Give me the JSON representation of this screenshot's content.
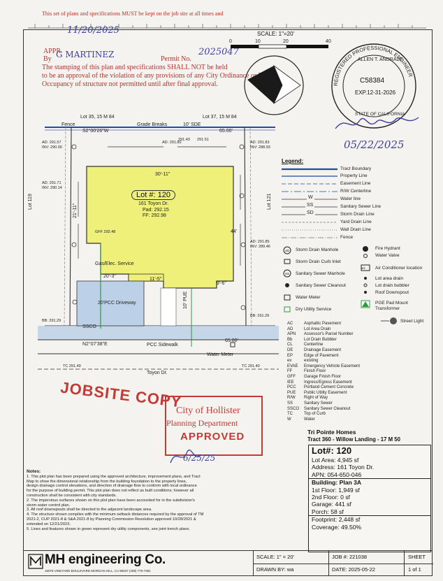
{
  "stamp_header": {
    "line1": "This set of plans and specifications MUST be kept on the job site at all times and",
    "date_hand": "11/20/2025",
    "received_label": "APPR",
    "by_label": "By",
    "by_hand": "G MARTINEZ",
    "permit_label": "Permit No.",
    "permit_hand": "2025047",
    "line2": "The stamping of this plan and specifications SHALL NOT be held",
    "line3": "to be an approval of the violation of any provisions of any City Ordinance or Law.",
    "line4": "Occupancy of structure not permitted until after final approval."
  },
  "scale_bar": {
    "label": "SCALE: 1\"=20'",
    "ticks": [
      "0",
      "10",
      "20",
      "40"
    ]
  },
  "north_arrow": {
    "label": "N"
  },
  "engineer_seal": {
    "ring_text": "REGISTERED PROFESSIONAL ENGINEER",
    "name": "ALLEN T. ANDRADE",
    "number": "C58384",
    "exp": "EXP.12-31-2026",
    "state": "STATE OF CALIFORNIA",
    "signature_date": "05/22/2025"
  },
  "site_plan": {
    "lot_35": "Lot 35, 15 M 84",
    "lot_37": "Lot 37, 15 M 84",
    "lot_119": "Lot 119",
    "lot_121": "Lot 121",
    "fence_label": "Fence",
    "grade_breaks": "Grade Breaks",
    "side_setback": "10' SDE",
    "bearing_top": "S2°00'26\"W",
    "bearing_bottom": "N2°07'38\"E",
    "dist_top": "65.00'",
    "dist_bottom": "65.00'",
    "lot_number": "Lot #: 120",
    "address": "161 Toyon Dr.",
    "pad": "Pad: 292.15",
    "ff": "FF: 292.98",
    "dim_top": "30'-11\"",
    "dim_left": "21'-11\"",
    "dim_mid": "20'-3\"",
    "dim_bottom": "11'-5\"",
    "dim_right": "44'",
    "dim_r2": "9'-6\"",
    "gas_service": "Gas/Elec. Service",
    "gff": "GFF 292.48",
    "driveway": "20'PCC Driveway",
    "ssco": "SSCO",
    "pue": "10' PUE",
    "sidewalk": "PCC Sidewalk",
    "water_meter": "Water Meter",
    "street": "Toyon Dr.",
    "elev_labels": [
      "AD: 291.57",
      "INV: 290.00",
      "AD: 291.71",
      "INV: 290.14",
      "AD: 291.80",
      "AD: 291.83",
      "INV: 288.93",
      "AD: 291.85",
      "INV: 289.46",
      "BB: 291.29",
      "BB: 291.29",
      "TC 291.49",
      "TC 291.40",
      "291.43",
      "291.51"
    ],
    "jobsite_copy": "JOBSITE COPY",
    "city_stamp_line1": "City of Hollister",
    "city_stamp_line2": "Planning Department",
    "city_stamp_line3": "APPROVED",
    "city_stamp_date": "6/25/25"
  },
  "legend": {
    "title": "Legend:",
    "lines": [
      {
        "label": "Tract Boundary",
        "color": "#1f4e9c"
      },
      {
        "label": "Property Line",
        "color": "#1f4e9c"
      },
      {
        "label": "Easement Line",
        "color": "#1f4e9c"
      },
      {
        "label": "R/W Centerline",
        "color": "#1f4e9c"
      },
      {
        "label": "Water line",
        "code": "W"
      },
      {
        "label": "Sanitary Sewer Line",
        "code": "SS"
      },
      {
        "label": "Storm Drain Line",
        "code": "SD"
      },
      {
        "label": "Yard Drain Line",
        "code": ""
      },
      {
        "label": "Wall Drain Line",
        "code": ""
      },
      {
        "label": "Fence",
        "code": ""
      }
    ],
    "symbols_left": [
      "Storm Drain Manhole",
      "Storm Drain Curb Inlet",
      "Sanitary Sewer Manhole",
      "Sanitary Sewer Cleanout",
      "Water Meter",
      "Dry Utility Service"
    ],
    "symbols_right": [
      "Fire Hydrant",
      "Water Valve",
      "Air Conditioner location",
      "Lot area drain",
      "Lot drain bubbler",
      "Roof Downspout",
      "PGE Pad Mount Transformer",
      "Street Light"
    ],
    "sdmh_code": "SD",
    "ssmh_code": "SS",
    "ac_code": "a/c"
  },
  "abbreviations": [
    {
      "code": "AC",
      "text": "Asphaltic Pavement"
    },
    {
      "code": "AD",
      "text": "Lot Area Drain"
    },
    {
      "code": "APN",
      "text": "Assessor's Parcel Number"
    },
    {
      "code": "Bb",
      "text": "Lot Drain Bubbler"
    },
    {
      "code": "CL",
      "text": "Centerline"
    },
    {
      "code": "DE",
      "text": "Drainage Easement"
    },
    {
      "code": "EP",
      "text": "Edge of Pavement"
    },
    {
      "code": "ex",
      "text": "existing"
    },
    {
      "code": "EVAE",
      "text": "Emergency Vehicle Easement"
    },
    {
      "code": "FF",
      "text": "Finish Floor"
    },
    {
      "code": "GFF",
      "text": "Garage Finish Floor"
    },
    {
      "code": "IEE",
      "text": "Ingress/Egress Easement"
    },
    {
      "code": "PCC",
      "text": "Portland Cement Concrete"
    },
    {
      "code": "PUE",
      "text": "Public Utility Easement"
    },
    {
      "code": "R/W",
      "text": "Right of Way"
    },
    {
      "code": "SS",
      "text": "Sanitary Sewer"
    },
    {
      "code": "SSCO",
      "text": "Sanitary Sewer Cleanout"
    },
    {
      "code": "TC",
      "text": "Top of Curb"
    },
    {
      "code": "W",
      "text": "Water"
    }
  ],
  "project": {
    "builder": "Tri Pointe Homes",
    "tract": "Tract 360 - Willow Landing - 17 M 50"
  },
  "lot_info": {
    "lot": "Lot#: 120",
    "area": "Lot Area: 4,945 sf",
    "address": "Address: 161 Toyon Dr.",
    "apn": "APN: 054-650-046",
    "building": "Building: Plan 3A",
    "first_floor": "1st Floor: 1,949 sf",
    "second_floor": "2nd Floor: 0 sf",
    "garage": "Garage: 441 sf",
    "porch": "Porch: 58 sf",
    "footprint": "Footprint: 2,448 sf",
    "coverage": "Coverage: 49.50%"
  },
  "notes": {
    "title": "Notes:",
    "items": [
      "1.  This plot plan has been prepared using the approved architecture, improvement plans, and Tract",
      "     Map to show the dimensional relationship from the building foundation to the property lines,",
      "     design drainage control elevations, and direction of drainage flow to conform with local ordinance",
      "     for the purpose of building permit. This plot plan does not reflect as built conditions; however all",
      "     construction shall be consistent with city standards.",
      "2.  The impervious surfaces shown on this plot plan have been accounted for in the subdivision's",
      "     storm water control plan.",
      "3.  All roof downspouts shall be directed to the adjacent landscape area.",
      "4.  The structure shown complies with the minimum setback distances required by the approval of TM",
      "     2021-2, CUP 2021-8 & S&A 2021-8 by Planning Commission Resolution approved 10/28/2021 &",
      "     extended on 12/21/2023.",
      "5.  Lines and features shown in green represent dry utility components, see joint trench plans."
    ]
  },
  "title_block": {
    "company": "MH engineering Co.",
    "address": "15075 VINEYARD BOULEVARD   MORGAN HILL, CA 95037        (408) 779-7381",
    "scale_label": "SCALE: 1\" = 20'",
    "drawn_label": "DRAWN BY: wa",
    "job_label": "JOB #: 221038",
    "date_label": "DATE: 2025-05-22",
    "sheet_label": "SHEET",
    "sheet_num": "1",
    "sheet_of": "of",
    "sheet_total": "1"
  }
}
